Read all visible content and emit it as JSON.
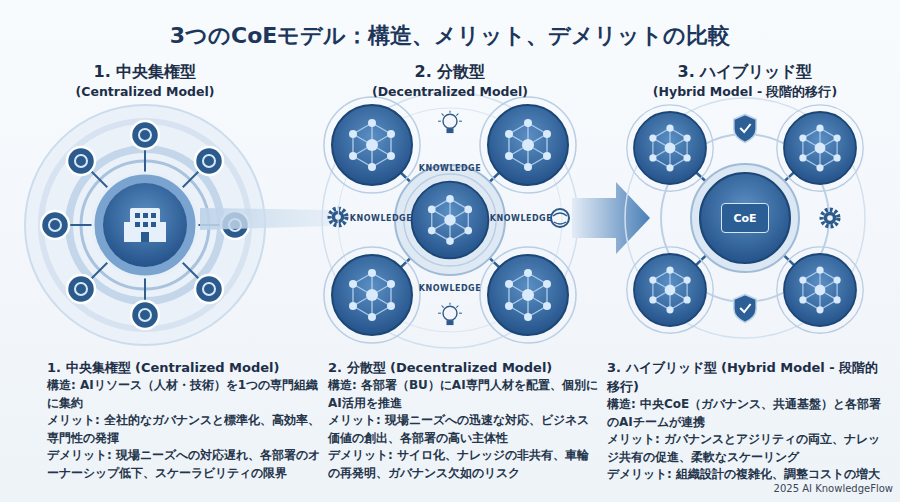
{
  "diagram": {
    "title": "3つのCoEモデル：構造、メリット、デメリットの比較",
    "nodes": [
      {
        "text": [
          "CoE"
        ]
      }
    ],
    "labels": [
      "1. 中央集権型",
      "(Centralized Model)",
      "2. 分散型",
      "(Decentralized Model)",
      "3. ハイブリッド型",
      "(Hybrid Model - 段階的移行)",
      "KNOWLEDGE",
      "KNOWLEDGE",
      "KNOWLEDGE",
      "KNOWLEDGE",
      "1. 中央集権型 (Centralized Model)",
      "構造: AIリソース（人材・技術）を1つの専門組織に集約",
      "メリット: 全社的なガバナンスと標準化、高効率、専門性の発揮",
      "デメリット: 現場ニーズへの対応遅れ、各部署のオーナーシップ低下、スケーラビリティの限界",
      "2. 分散型 (Decentralized Model)",
      "構造: 各部署（BU）にAI専門人材を配置、個別にAI活用を推進",
      "メリット: 現場ニーズへの迅速な対応、ビジネス価値の創出、各部署の高い主体性",
      "デメリット: サイロ化、ナレッジの非共有、車輪の再発明、ガバナンス欠如のリスク",
      "3. ハイブリッド型 (Hybrid Model - 段階的移行)",
      "構造: 中央CoE（ガバナンス、共通基盤）と各部署のAIチームが連携",
      "メリット: ガバナンスとアジリティの両立、ナレッジ共有の促進、柔軟なスケーリング",
      "デメリット: 組織設計の複雑化、調整コストの増大",
      "2025 AI KnowledgeFlow"
    ]
  }
}
